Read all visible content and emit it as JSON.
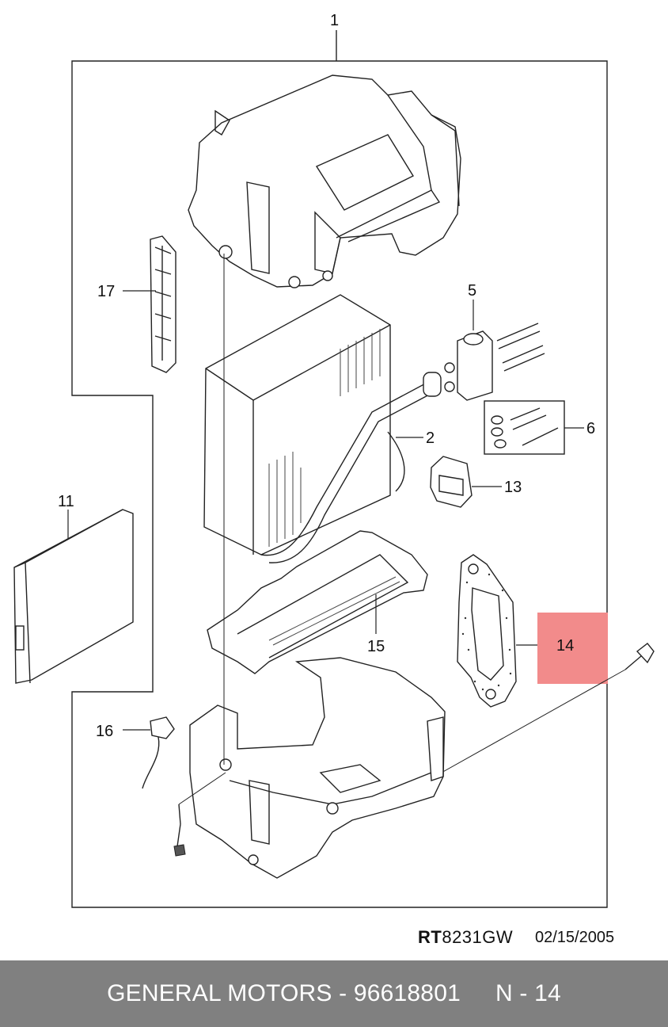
{
  "callouts": {
    "c1": "1",
    "c2": "2",
    "c5": "5",
    "c6": "6",
    "c11": "11",
    "c13": "13",
    "c14": "14",
    "c15": "15",
    "c16": "16",
    "c17": "17"
  },
  "highlight_color": "#f28b8b",
  "drawing": {
    "code_prefix": "RT",
    "code_number": "8231GW",
    "date": "02/15/2005"
  },
  "footer": {
    "brand_part": "GENERAL MOTORS - 96618801",
    "position": "N - 14"
  }
}
